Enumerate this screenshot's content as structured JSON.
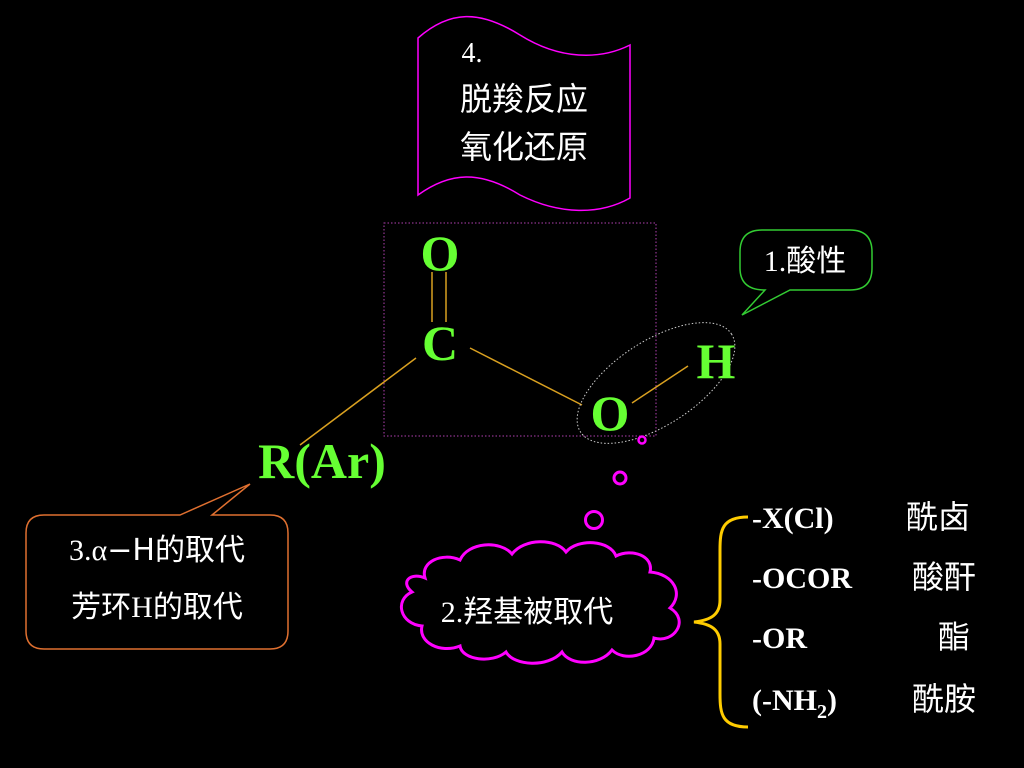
{
  "colors": {
    "background": "#000000",
    "atom_green": "#66ff33",
    "bond_orange": "#d9a020",
    "magenta": "#ff00ff",
    "purple_box": "#c040c0",
    "orange_callout": "#e07030",
    "green_callout": "#33cc33",
    "bracket_yellow": "#ffcc00",
    "text_white": "#ffffff"
  },
  "molecule": {
    "o_top": "O",
    "c": "C",
    "o_bottom": "O",
    "h": "H",
    "r": "R(Ar)"
  },
  "banner": {
    "number": "4.",
    "line1": "脱羧反应",
    "line2": "氧化还原"
  },
  "callout_acid": {
    "num": "1.",
    "text": "酸性"
  },
  "callout_substitution": {
    "line1_num": "3.",
    "line1_alpha": "α",
    "line1_rest": "−H的取代",
    "line2_text": "芳环",
    "line2_h": "H",
    "line2_rest": "的取代"
  },
  "cloud": {
    "num": "2.",
    "text": "羟基被取代"
  },
  "substituents": [
    {
      "group": "-X(Cl)",
      "name": "酰卤"
    },
    {
      "group": "-OCOR",
      "name": "酸酐"
    },
    {
      "group": "-OR",
      "name": "酯"
    },
    {
      "group_prefix": "(-NH",
      "group_sub": "2",
      "group_suffix": ")",
      "name": "酰胺"
    }
  ]
}
